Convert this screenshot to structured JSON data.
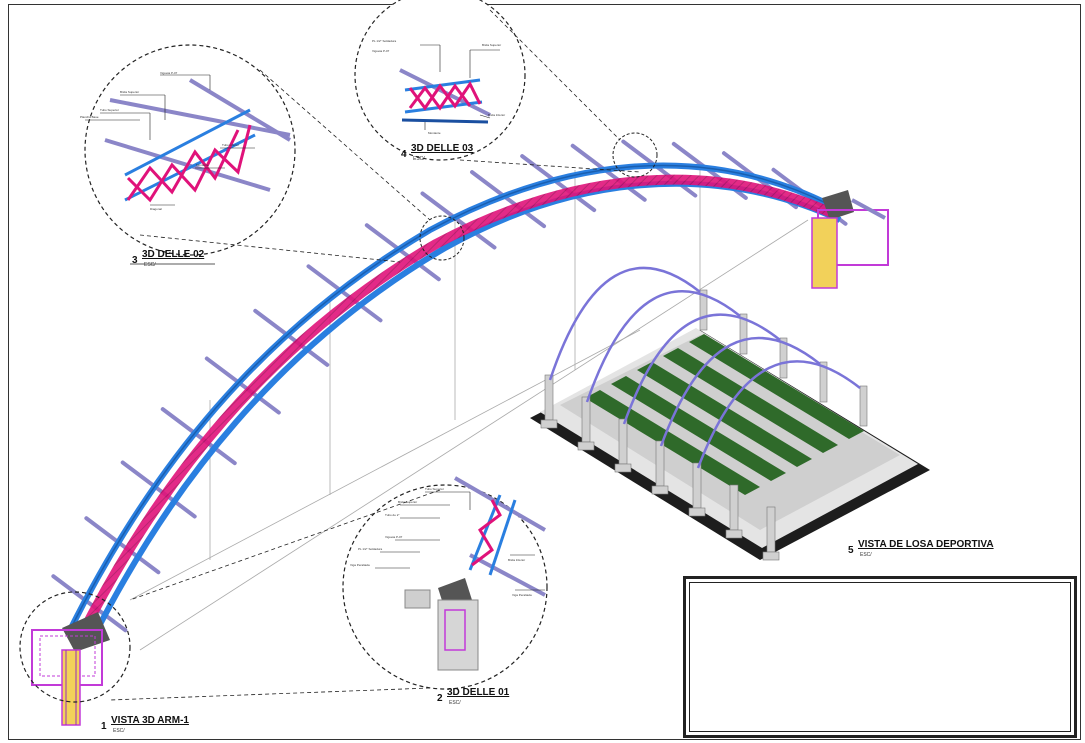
{
  "sheet": {
    "colors": {
      "chord": "#2a7fe0",
      "web": "#e0127a",
      "purlin": "#8b86c8",
      "concrete": "#d6d6d6",
      "turf": "#2f6a2a",
      "leader": "#222222"
    }
  },
  "views": [
    {
      "number": "1",
      "title": "VISTA 3D ARM-1",
      "scale": "ESC/"
    },
    {
      "number": "2",
      "title": "3D DELLE 01",
      "scale": "ESC/"
    },
    {
      "number": "3",
      "title": "3D DELLE 02",
      "scale": "ESC/"
    },
    {
      "number": "4",
      "title": "3D DELLE 03",
      "scale": "ESC/"
    },
    {
      "number": "5",
      "title": "VISTA DE LOSA DEPORTIVA",
      "scale": "ESC/"
    }
  ]
}
